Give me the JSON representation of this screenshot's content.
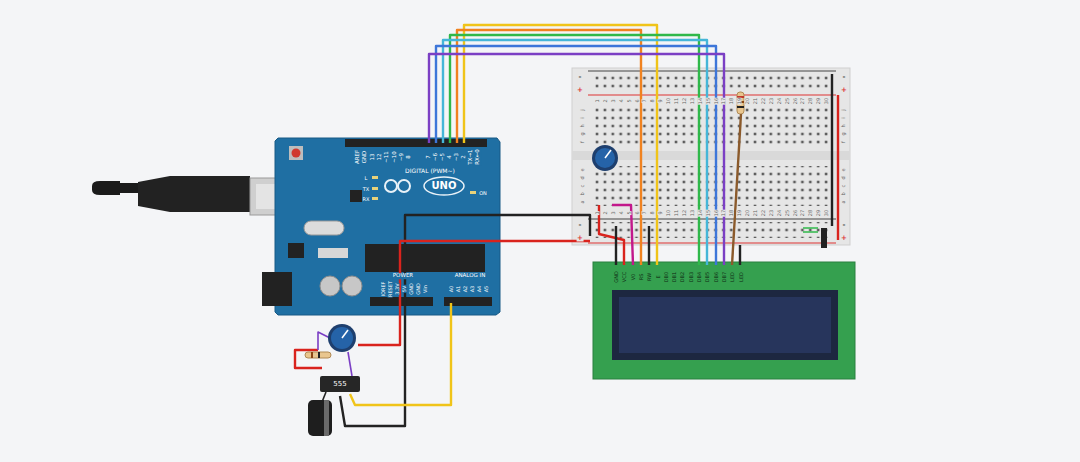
{
  "diagram": {
    "nodes": [
      {
        "text": [
          "555"
        ]
      }
    ],
    "labels": [
      "AREF",
      "GND",
      "13",
      "12",
      "~11",
      "~10",
      "~9",
      "8",
      "7",
      "~6",
      "~5",
      "4",
      "~3",
      "2",
      "TX→1",
      "RX←0",
      "DIGITAL (PWM~)",
      "L",
      "TX",
      "RX",
      "UNO",
      "ON",
      "IOREF",
      "RESET",
      "3.3V",
      "5V",
      "GND",
      "GND",
      "Vin",
      "POWER",
      "ANALOG IN",
      "A0",
      "A1",
      "A2",
      "A3",
      "A4",
      "A5",
      "GND",
      "VCC",
      "V0",
      "RS",
      "RW",
      "E",
      "DB0",
      "DB1",
      "DB2",
      "DB3",
      "DB4",
      "DB5",
      "DB6",
      "DB7",
      "LED",
      "LED",
      "1",
      "2",
      "3",
      "4",
      "5",
      "6",
      "7",
      "8",
      "9",
      "10",
      "11",
      "12",
      "13",
      "14",
      "15",
      "16",
      "17",
      "18",
      "19",
      "20",
      "21",
      "22",
      "23",
      "24",
      "25",
      "26",
      "27",
      "28",
      "29",
      "30",
      "1",
      "2",
      "3",
      "4",
      "5",
      "6",
      "7",
      "8",
      "9",
      "10",
      "11",
      "12",
      "13",
      "14",
      "15",
      "16",
      "17",
      "18",
      "19",
      "20",
      "21",
      "22",
      "23",
      "24",
      "25",
      "26",
      "27",
      "28",
      "29",
      "30",
      "j",
      "i",
      "h",
      "g",
      "f",
      "e",
      "d",
      "c",
      "b",
      "a",
      "j",
      "i",
      "h",
      "g",
      "f",
      "e",
      "d",
      "c",
      "b",
      "a",
      "-",
      "+",
      "-",
      "+",
      "-",
      "+",
      "-",
      "+"
    ]
  }
}
